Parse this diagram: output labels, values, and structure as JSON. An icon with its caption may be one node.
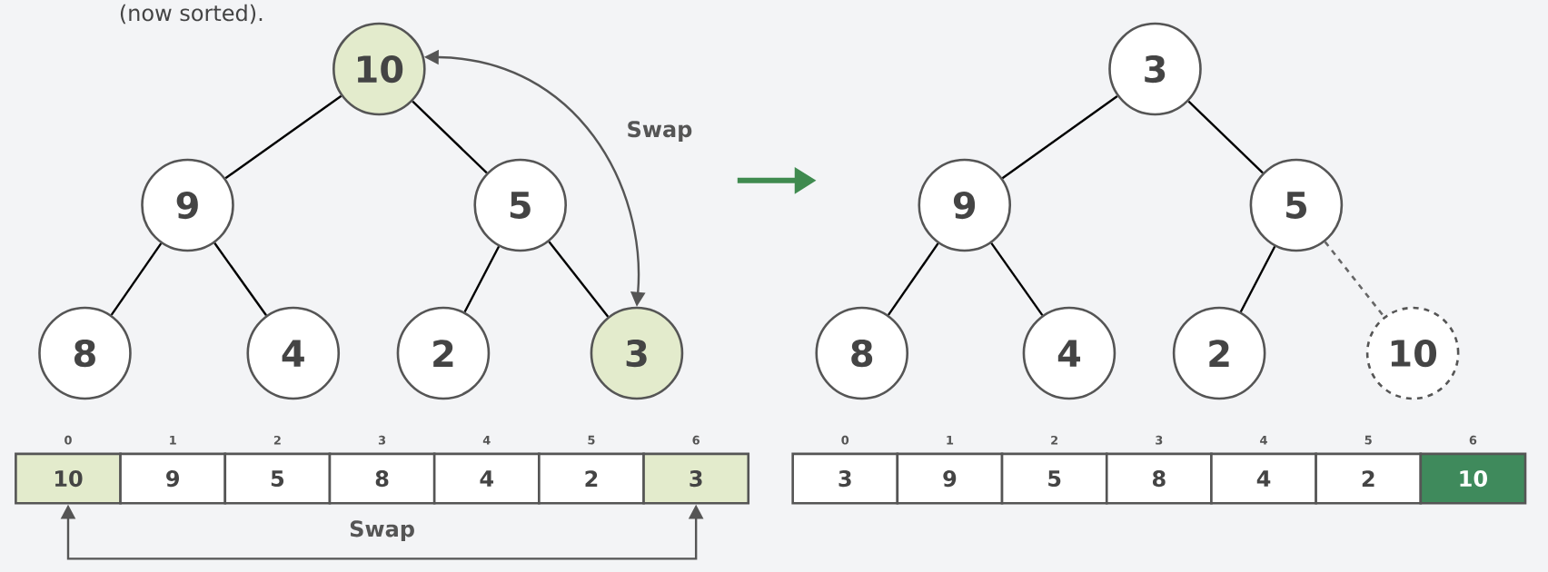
{
  "diagram": {
    "nodes": [
      {
        "text": [
          "10"
        ]
      },
      {
        "text": [
          "9"
        ]
      },
      {
        "text": [
          "5"
        ]
      },
      {
        "text": [
          "8"
        ]
      },
      {
        "text": [
          "4"
        ]
      },
      {
        "text": [
          "2"
        ]
      },
      {
        "text": [
          "3"
        ]
      },
      {
        "text": [
          "10"
        ],
        "beside": [
          "0"
        ]
      },
      {
        "text": [
          "9"
        ],
        "beside": [
          "1"
        ]
      },
      {
        "text": [
          "5"
        ],
        "beside": [
          "2"
        ]
      },
      {
        "text": [
          "8"
        ],
        "beside": [
          "3"
        ]
      },
      {
        "text": [
          "4"
        ],
        "beside": [
          "4"
        ]
      },
      {
        "text": [
          "2"
        ],
        "beside": [
          "5"
        ]
      },
      {
        "text": [
          "3"
        ],
        "beside": [
          "6"
        ]
      },
      {
        "text": [
          "3"
        ]
      },
      {
        "text": [
          "9"
        ]
      },
      {
        "text": [
          "5"
        ]
      },
      {
        "text": [
          "8"
        ]
      },
      {
        "text": [
          "4"
        ]
      },
      {
        "text": [
          "2"
        ]
      },
      {
        "text": [
          "10"
        ]
      },
      {
        "text": [
          "3"
        ],
        "beside": [
          "0"
        ]
      },
      {
        "text": [
          "9"
        ],
        "beside": [
          "1"
        ]
      },
      {
        "text": [
          "5"
        ],
        "beside": [
          "2"
        ]
      },
      {
        "text": [
          "8"
        ],
        "beside": [
          "3"
        ]
      },
      {
        "text": [
          "4"
        ],
        "beside": [
          "4"
        ]
      },
      {
        "text": [
          "2"
        ],
        "beside": [
          "5"
        ]
      },
      {
        "text": [
          "10"
        ],
        "beside": [
          "6"
        ]
      }
    ],
    "edges": [
      {
        "from": 0,
        "to": 1,
        "arrow": "none"
      },
      {
        "from": 0,
        "to": 2,
        "arrow": "none"
      },
      {
        "from": 1,
        "to": 3,
        "arrow": "none"
      },
      {
        "from": 1,
        "to": 4,
        "arrow": "none"
      },
      {
        "from": 2,
        "to": 5,
        "arrow": "none"
      },
      {
        "from": 2,
        "to": 6,
        "arrow": "none"
      },
      {
        "from": 6,
        "to": 0,
        "arrow": "both",
        "label": "Swap",
        "color": "#555555"
      },
      {
        "from": 7,
        "to": 13,
        "arrow": "both",
        "label": "Swap",
        "color": "#555555"
      },
      {
        "from": 14,
        "to": 15,
        "arrow": "none"
      },
      {
        "from": 14,
        "to": 16,
        "arrow": "none"
      },
      {
        "from": 15,
        "to": 17,
        "arrow": "none"
      },
      {
        "from": 15,
        "to": 18,
        "arrow": "none"
      },
      {
        "from": 16,
        "to": 19,
        "arrow": "none"
      },
      {
        "from": 16,
        "to": 20,
        "arrow": "none",
        "style": "dashed",
        "color": "#666666"
      }
    ],
    "labels": [
      "(now sorted)."
    ]
  }
}
